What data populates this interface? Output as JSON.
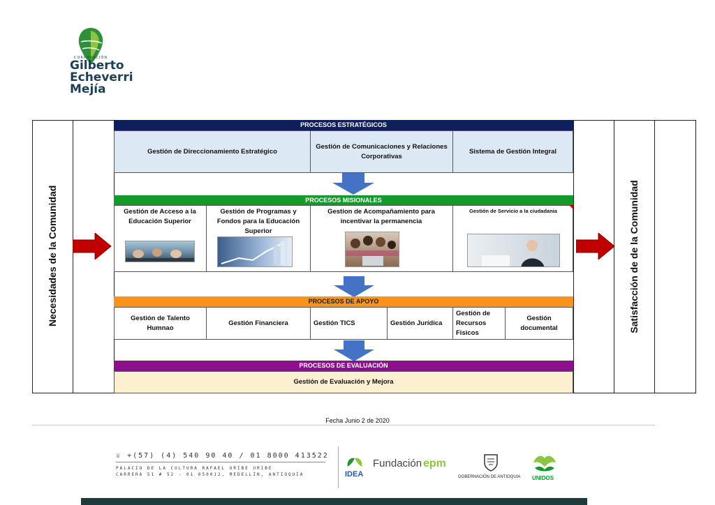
{
  "logo": {
    "corporacion": "CORPORACIÓN",
    "name_line1": "Gilberto",
    "name_line2": "Echeverri",
    "name_line3": "Mejía"
  },
  "side_left": "Necesidades de la Comunidad",
  "side_right": "Satisfacción de de la Comunidad",
  "estrategicos": {
    "title": "PROCESOS ESTRATÉGICOS",
    "items": [
      "Gestión de Direccionamiento Estratégico",
      "Gestión de Comunicaciones y Relaciones Corporativas",
      "Sistema de  Gestión Integral"
    ]
  },
  "misionales": {
    "title": "PROCESOS MISIONALES",
    "items": [
      "Gestión de Acceso a la Educación Superior",
      "Gestión de Programas y Fondos para la Educación Superior",
      "Gestion de Acompañamiento  para incentivar la permanencia",
      "Gestión de Servicio  a la ciudadania"
    ]
  },
  "apoyo": {
    "title": "PROCESOS DE APOYO",
    "items": [
      "Gestión  de Talento Humnao",
      "Gestión Financiera",
      "Gestión TICS",
      "Gestión Jurídica",
      "Gestión de Recursos Fisicos",
      "Gestión documental"
    ]
  },
  "evaluacion": {
    "title": "PROCESOS  DE EVALUACIÓN",
    "item": "Gestión de Evaluación y Mejora"
  },
  "date": "Fecha Junio 2 de 2020",
  "footer": {
    "phone": "+(57) (4) 540 90 40 / 01 8000 413522",
    "address_line1": "PALACIO DE LA CULTURA RAFAEL URIBE URIBE",
    "address_line2": "CARRERA 51 # 52 - 01 050012, MEDELLÍN, ANTIOQUIA",
    "idea": "IDEA",
    "fundacion": "Fundación",
    "epm": "epm",
    "gobernacion": "GOBERNACIÓN DE ANTIOQUIA",
    "unidos": "UNIDOS"
  },
  "colors": {
    "estrategicos": "#0f1f5c",
    "misionales": "#139a2c",
    "apoyo": "#f7931e",
    "evaluacion": "#8e0f8c",
    "light_blue": "#dce8f3",
    "light_yellow": "#fdf0d0",
    "arrow_blue": "#4472c4",
    "arrow_red": "#c00000"
  }
}
